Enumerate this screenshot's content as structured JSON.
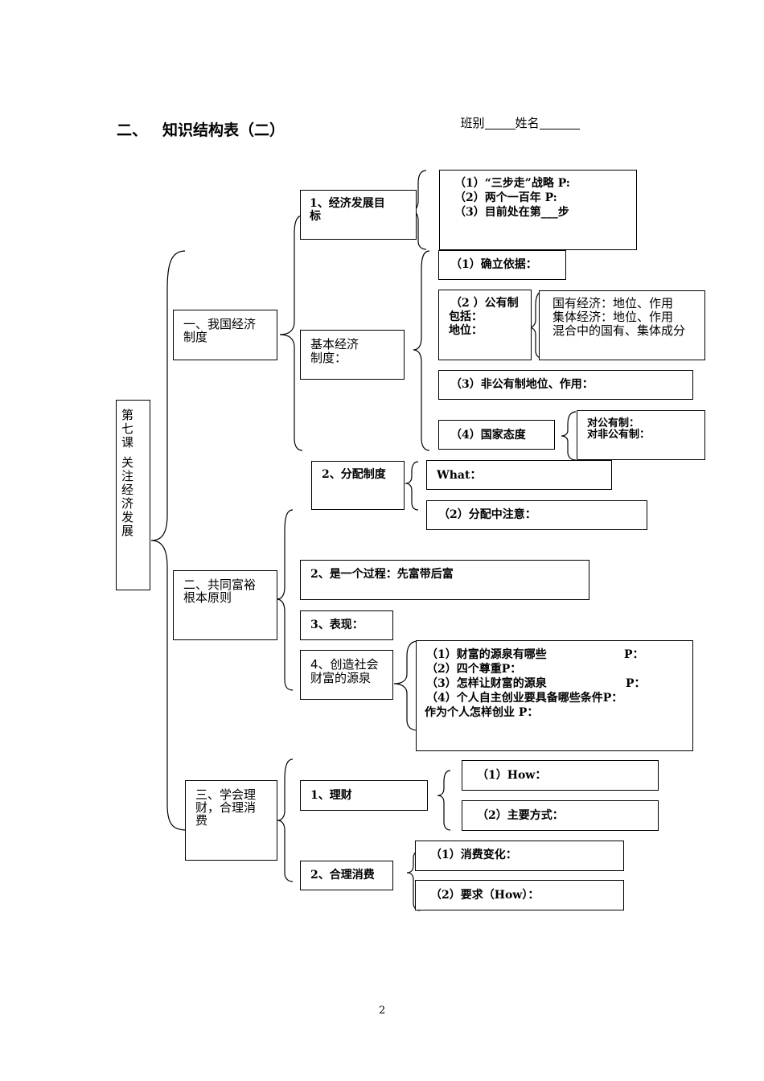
{
  "header": {
    "class_label": "班别",
    "name_label": "姓名",
    "section_number": "二、",
    "title": "知识结构表（二）"
  },
  "root": {
    "line1": "第",
    "lines": [
      "第",
      "七",
      "课",
      "",
      "关",
      "注",
      "经",
      "济",
      "发",
      "展"
    ]
  },
  "section1": {
    "title_line1": "一、我国经济",
    "title_line2": "制度",
    "goal": {
      "label_line1": "1、经济发展目",
      "label_line2": "标",
      "items": [
        "（1）“三步走”战略 P:",
        "（2）两个一百年 P:",
        "（3）目前处在第___步"
      ]
    },
    "basic": {
      "label_line1": "基本经济",
      "label_line2": "制度：",
      "item1": "（1）确立依据：",
      "item2_lines": [
        "（2 ）公有制",
        "包括：",
        "地位："
      ],
      "item2_detail": [
        "国有经济：地位、作用",
        "集体经济：地位、作用",
        "混合中的国有、集体成分"
      ],
      "item3": "（3）非公有制地位、作用：",
      "item4": "（4）国家态度",
      "item4_detail": [
        "对公有制：",
        "对非公有制："
      ]
    },
    "distribution": {
      "label": "2、分配制度",
      "item1": "What：",
      "item2": "（2）分配中注意："
    }
  },
  "section2": {
    "title_line1": "二、共同富裕",
    "title_line2": "根本原则",
    "item2": "2、是一个过程：先富带后富",
    "item3": "3、表现：",
    "item4_line1": "4、创造社会",
    "item4_line2": "财富的源泉",
    "item4_detail": [
      "（1）财富的源泉有哪些",
      "（2）四个尊重P：",
      "（3）怎样让财富的源泉",
      "（4）个人自主创业要具备哪些条件P：",
      "作为个人怎样创业 P："
    ],
    "p_marker": "P："
  },
  "section3": {
    "title_line1": "三、学会理",
    "title_line2": "财，合理消",
    "title_line3": "费",
    "finance": {
      "label": "1、理财",
      "item1": "（1）How：",
      "item2": "（2）主要方式："
    },
    "consumption": {
      "label": "2、合理消费",
      "item1": "（1）消费变化：",
      "item2": "（2）要求（How）："
    }
  },
  "footer": {
    "page_number": "2"
  }
}
